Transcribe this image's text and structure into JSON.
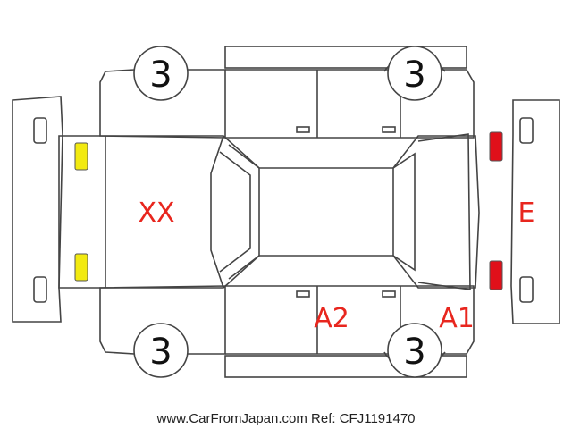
{
  "diagram": {
    "colors": {
      "outline": "#444444",
      "damage_text": "#e8261e",
      "front_light": "#f2ea10",
      "rear_light": "#e0101a",
      "grade_text": "#111111"
    },
    "marks": {
      "hood": "XX",
      "rear": "E",
      "rear_left_door": "A2",
      "front_left_door": "A1"
    },
    "wheel_grades": {
      "rear_right": "3",
      "front_right": "3",
      "rear_left": "3",
      "front_left": "3"
    },
    "footer": "www.CarFromJapan.com Ref: CFJ1191470"
  }
}
